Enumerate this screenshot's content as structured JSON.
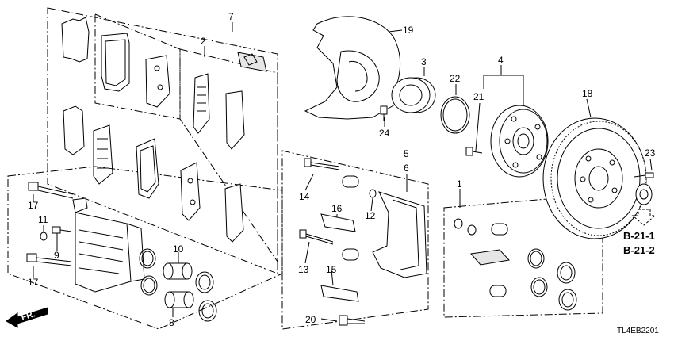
{
  "diagram": {
    "part_numbers": {
      "p1": "1",
      "p2": "2",
      "p3": "3",
      "p4": "4",
      "p5": "5",
      "p6": "6",
      "p7": "7",
      "p8": "8",
      "p9": "9",
      "p10": "10",
      "p11": "11",
      "p12": "12",
      "p13": "13",
      "p14": "14",
      "p15": "15",
      "p16": "16",
      "p17a": "17",
      "p17b": "17",
      "p18": "18",
      "p19": "19",
      "p20": "20",
      "p21": "21",
      "p22": "22",
      "p23": "23",
      "p24": "24"
    },
    "references": {
      "ref1": "B-21-1",
      "ref2": "B-21-2"
    },
    "front_indicator": "FR.",
    "diagram_code": "TL4EB2201",
    "colors": {
      "line": "#000000",
      "fill": "#ffffff",
      "shade": "#e6e6e6"
    }
  }
}
